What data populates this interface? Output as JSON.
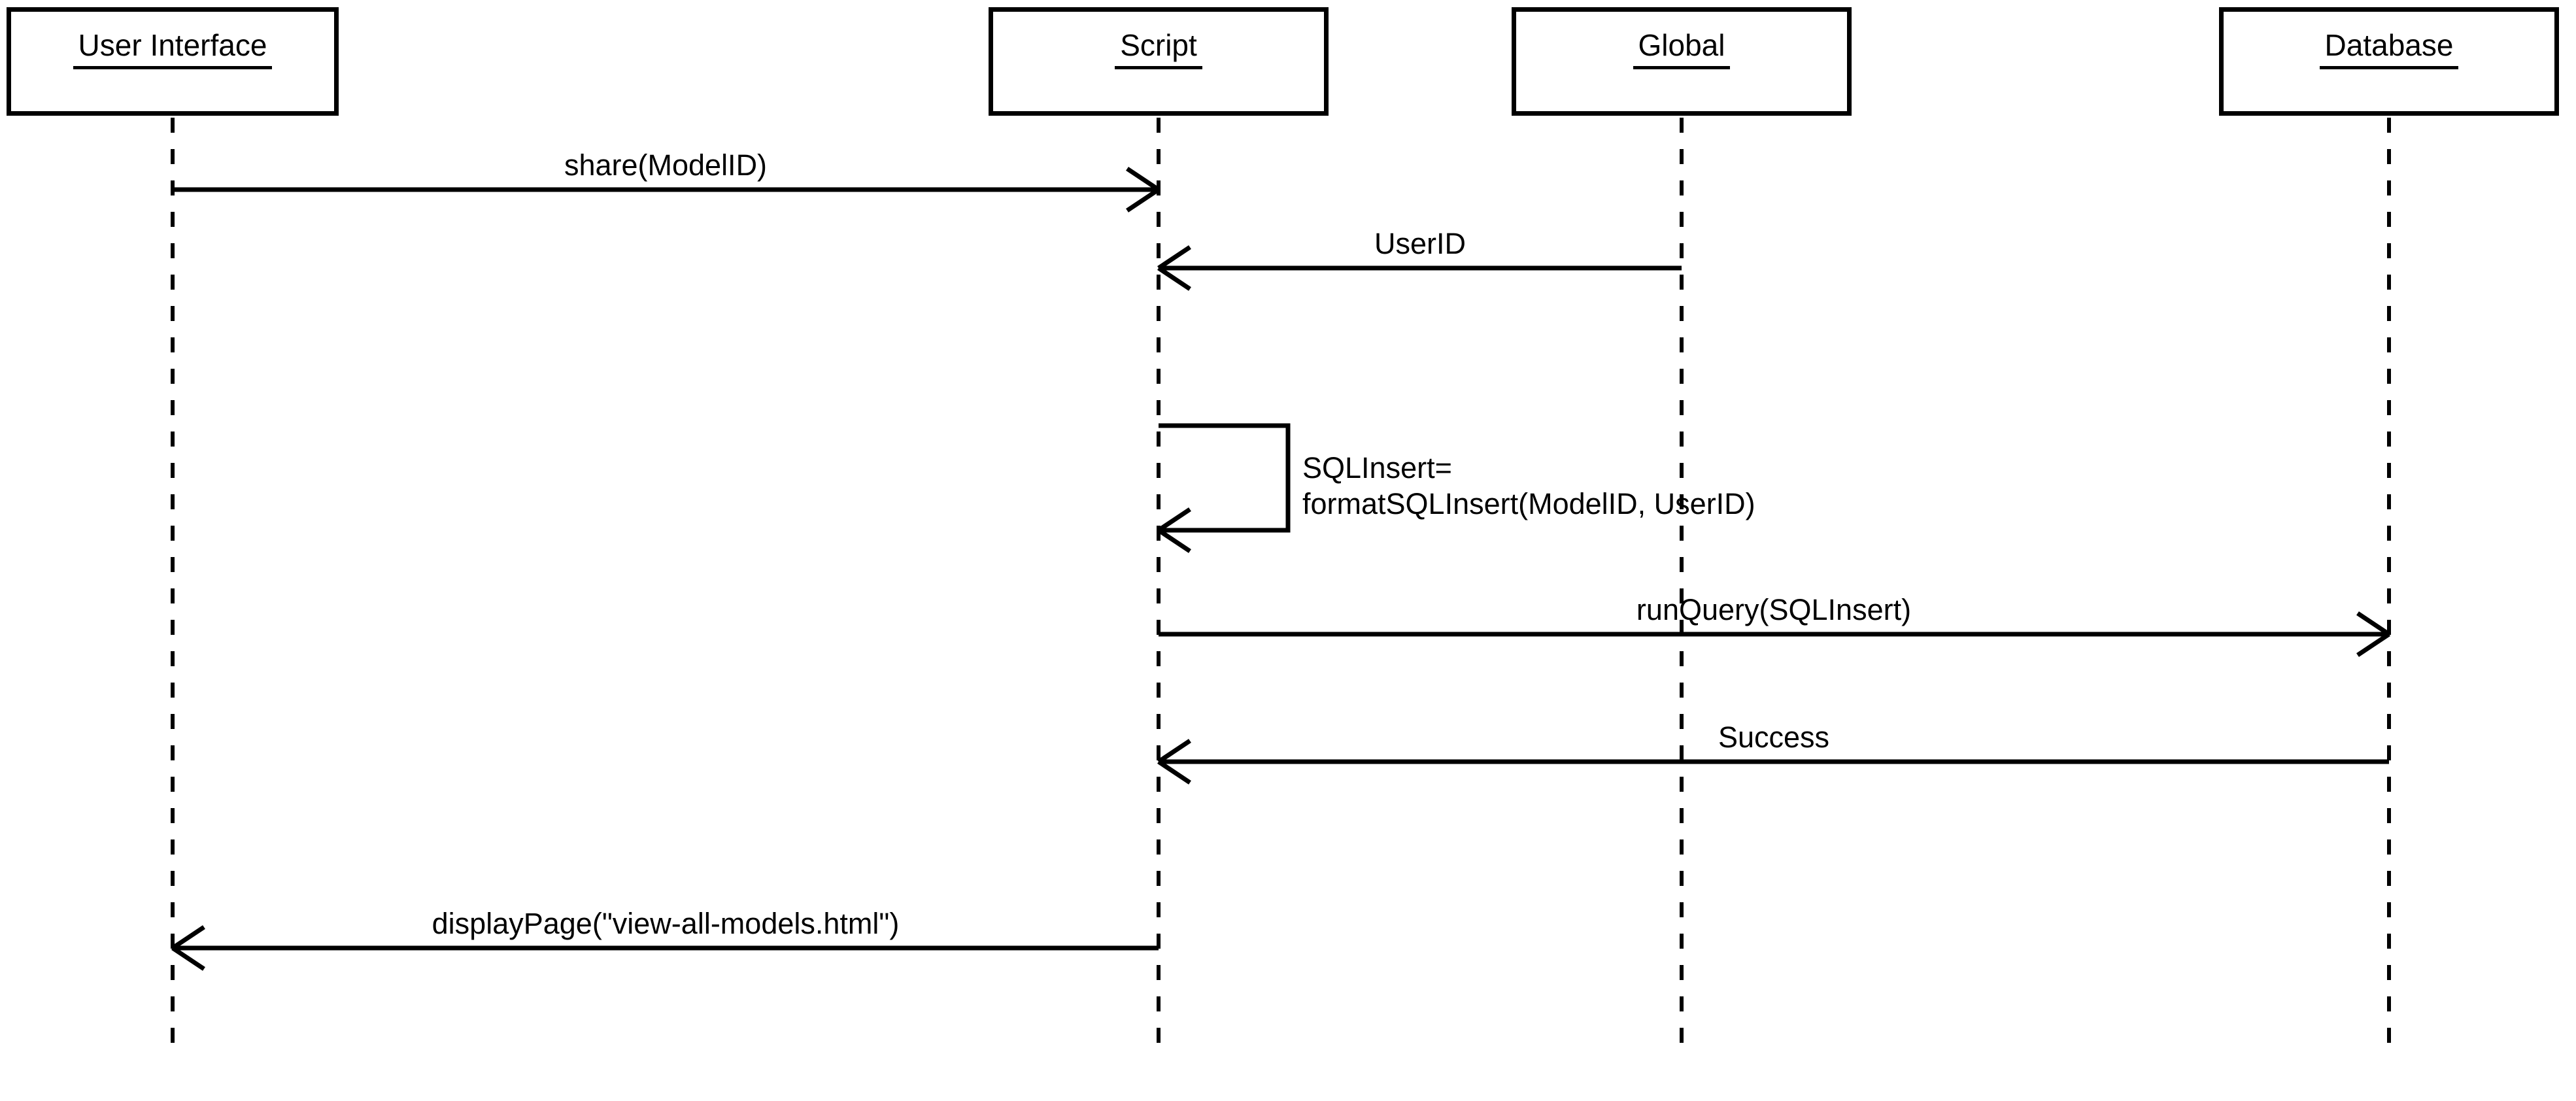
{
  "diagram": {
    "kind": "uml-sequence-diagram",
    "colors": {
      "foreground": "#000000",
      "background": "#ffffff"
    },
    "actors": [
      {
        "id": "user-interface",
        "label": "User Interface"
      },
      {
        "id": "script",
        "label": "Script"
      },
      {
        "id": "global",
        "label": "Global"
      },
      {
        "id": "database",
        "label": "Database"
      }
    ],
    "messages": [
      {
        "id": "share",
        "label": "share(ModelID)",
        "from": "User Interface",
        "to": "Script",
        "direction": "right"
      },
      {
        "id": "user-id",
        "label": "UserID",
        "from": "Global",
        "to": "Script",
        "direction": "left"
      },
      {
        "id": "format-sql-insert",
        "label_line1": "SQLInsert=",
        "label_line2": "formatSQLInsert(ModelID, UserID)",
        "from": "Script",
        "to": "Script",
        "direction": "self"
      },
      {
        "id": "run-query",
        "label": "runQuery(SQLInsert)",
        "from": "Script",
        "to": "Database",
        "direction": "right"
      },
      {
        "id": "success",
        "label": "Success",
        "from": "Database",
        "to": "Script",
        "direction": "left"
      },
      {
        "id": "display-page",
        "label": "displayPage(\"view-all-models.html\")",
        "from": "Script",
        "to": "User Interface",
        "direction": "left"
      }
    ]
  }
}
